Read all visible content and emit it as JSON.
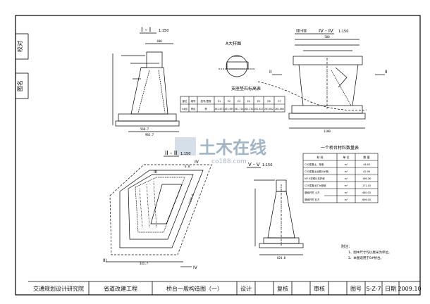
{
  "side_tabs": {
    "top": "校对",
    "bottom": "图名"
  },
  "views": {
    "view1": {
      "title": "I - I",
      "scale": "1:150"
    },
    "view2": {
      "title": "II - II",
      "scale": "1:150"
    },
    "view3": {
      "title": "III-III",
      "title2": "IV - IV",
      "scale": "1:150"
    },
    "view5": {
      "title": "V - V",
      "scale": "1:150"
    },
    "detail_a": {
      "title": "A大样图"
    }
  },
  "table_a": {
    "title": "支座垫石标高表",
    "headers": [
      "部位",
      "墩号",
      "桩号/里程",
      "E1",
      "E2",
      "E3",
      "E4",
      "E5",
      "E6",
      "E7"
    ],
    "row": [
      "0#台",
      "桥台",
      "桥",
      "261.672",
      "261.697",
      "261.724",
      "261.742",
      "261.817",
      "261.842",
      "261.864"
    ]
  },
  "table_b": {
    "title": "一个桥台材料数量表",
    "headers": [
      "材 料",
      "单 位",
      "数 量"
    ],
    "rows": [
      [
        "C30混凝土、背墙",
        "m³",
        "44.60"
      ],
      [
        "C30混凝土台帽(0#墩)",
        "m³",
        "42.96"
      ],
      [
        "M7.5浆砌片石护坡",
        "m³",
        "166.26"
      ],
      [
        "C25混凝土扩大基础",
        "m³",
        "171.43"
      ],
      [
        "基础开挖 土方",
        "m³",
        "460.03"
      ],
      [
        "基础开挖 石方",
        "m³",
        "696.00"
      ]
    ]
  },
  "notes": {
    "title": "附注：",
    "items": [
      "1、图中尺寸均以厘米为单位。",
      "2、本图适用于0#桥台。"
    ]
  },
  "watermark": {
    "main": "土木在线",
    "sub": "co188.com"
  },
  "title_block": {
    "org": "交通规划设计研究院",
    "project": "省道改建工程",
    "drawing": "桥台一般构造图（一）",
    "design_label": "设计",
    "review_label": "复核",
    "audit_label": "审核",
    "drawing_no_label": "图号",
    "drawing_no": "S-Z-7",
    "date_label": "日期",
    "date": "2009.10"
  },
  "dims": {
    "d1": "400",
    "d2": "568.7",
    "d3": "983.7",
    "d4": "1100",
    "d5": "500",
    "d6": "341.7",
    "d7": "824.8",
    "d8": "6.0",
    "d9": "1170.8",
    "d10": "1100"
  },
  "section_marks": {
    "s1": "III",
    "s2": "II",
    "s3": "IV",
    "s4": "I"
  }
}
